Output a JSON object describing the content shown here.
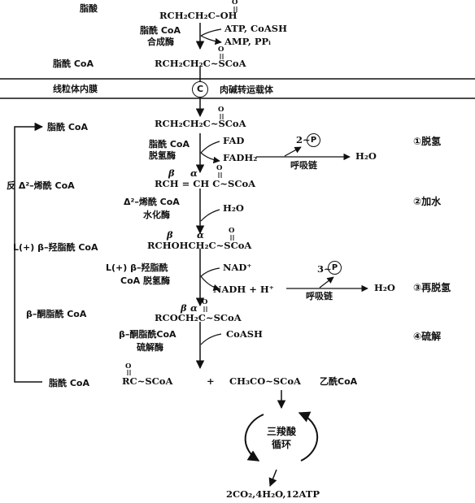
{
  "top": {
    "fatty_acid_label": "脂酸",
    "fatty_acid_formula": "RCH₂CH₂C–OH",
    "enzyme1_line1": "脂酰 CoA",
    "enzyme1_line2": "合成酶",
    "reagents_in": "ATP, CoASH",
    "reagents_out": "AMP, PPᵢ",
    "acylcoa_label": "脂酰 CoA",
    "acylcoa_formula": "RCH₂CH₂C~SCoA"
  },
  "membrane": {
    "label": "线粒体内膜",
    "carrier_symbol": "C",
    "carrier_label": "肉碱转运载体"
  },
  "cycle": {
    "acylcoa_label": "脂酰 CoA",
    "acylcoa_formula": "RCH₂CH₂C~SCoA",
    "dehydro_enzyme_line1": "脂酰 CoA",
    "dehydro_enzyme_line2": "脱氢酶",
    "fad": "FAD",
    "fadh2": "FADH₂",
    "p2_prefix": "2~",
    "p_symbol": "P",
    "resp_chain": "呼吸链",
    "h2o_1": "H₂O",
    "step1": "①脱氢",
    "enoyl_label": "反 Δ²–烯酰 CoA",
    "enoyl_formula": "RCH = CH C~SCoA",
    "beta": "β",
    "alpha": "α",
    "hydratase_line1": "Δ²–烯酰 CoA",
    "hydratase_line2": "水化酶",
    "water": "H₂O",
    "step2": "②加水",
    "hydroxy_label": "L(+) β–羟脂酰 CoA",
    "hydroxy_formula": "RCHOHCH₂C~SCoA",
    "hydroxy_enzyme_line1": "L(+) β–羟脂酰",
    "hydroxy_enzyme_line2": "CoA 脱氢酶",
    "nad": "NAD⁺",
    "nadh": "NADH + H⁺",
    "p3_prefix": "3~",
    "h2o_2": "H₂O",
    "step3": "③再脱氢",
    "keto_label": "β–酮脂酰 CoA",
    "keto_formula": "RCOCH₂C~SCoA",
    "thiolase_line1": "β–酮脂酰CoA",
    "thiolase_line2": "硫解酶",
    "coash": "CoASH",
    "step4": "④硫解",
    "product_label": "脂酰 CoA",
    "product_formula": "RC~SCoA",
    "plus": "+",
    "acetyl_formula": "CH₃CO~SCoA",
    "acetyl_label": "乙酰CoA"
  },
  "tca": {
    "line1": "三羧酸",
    "line2": "循环",
    "products": "2CO₂,4H₂O,12ATP"
  },
  "carbonyl_o": "O"
}
